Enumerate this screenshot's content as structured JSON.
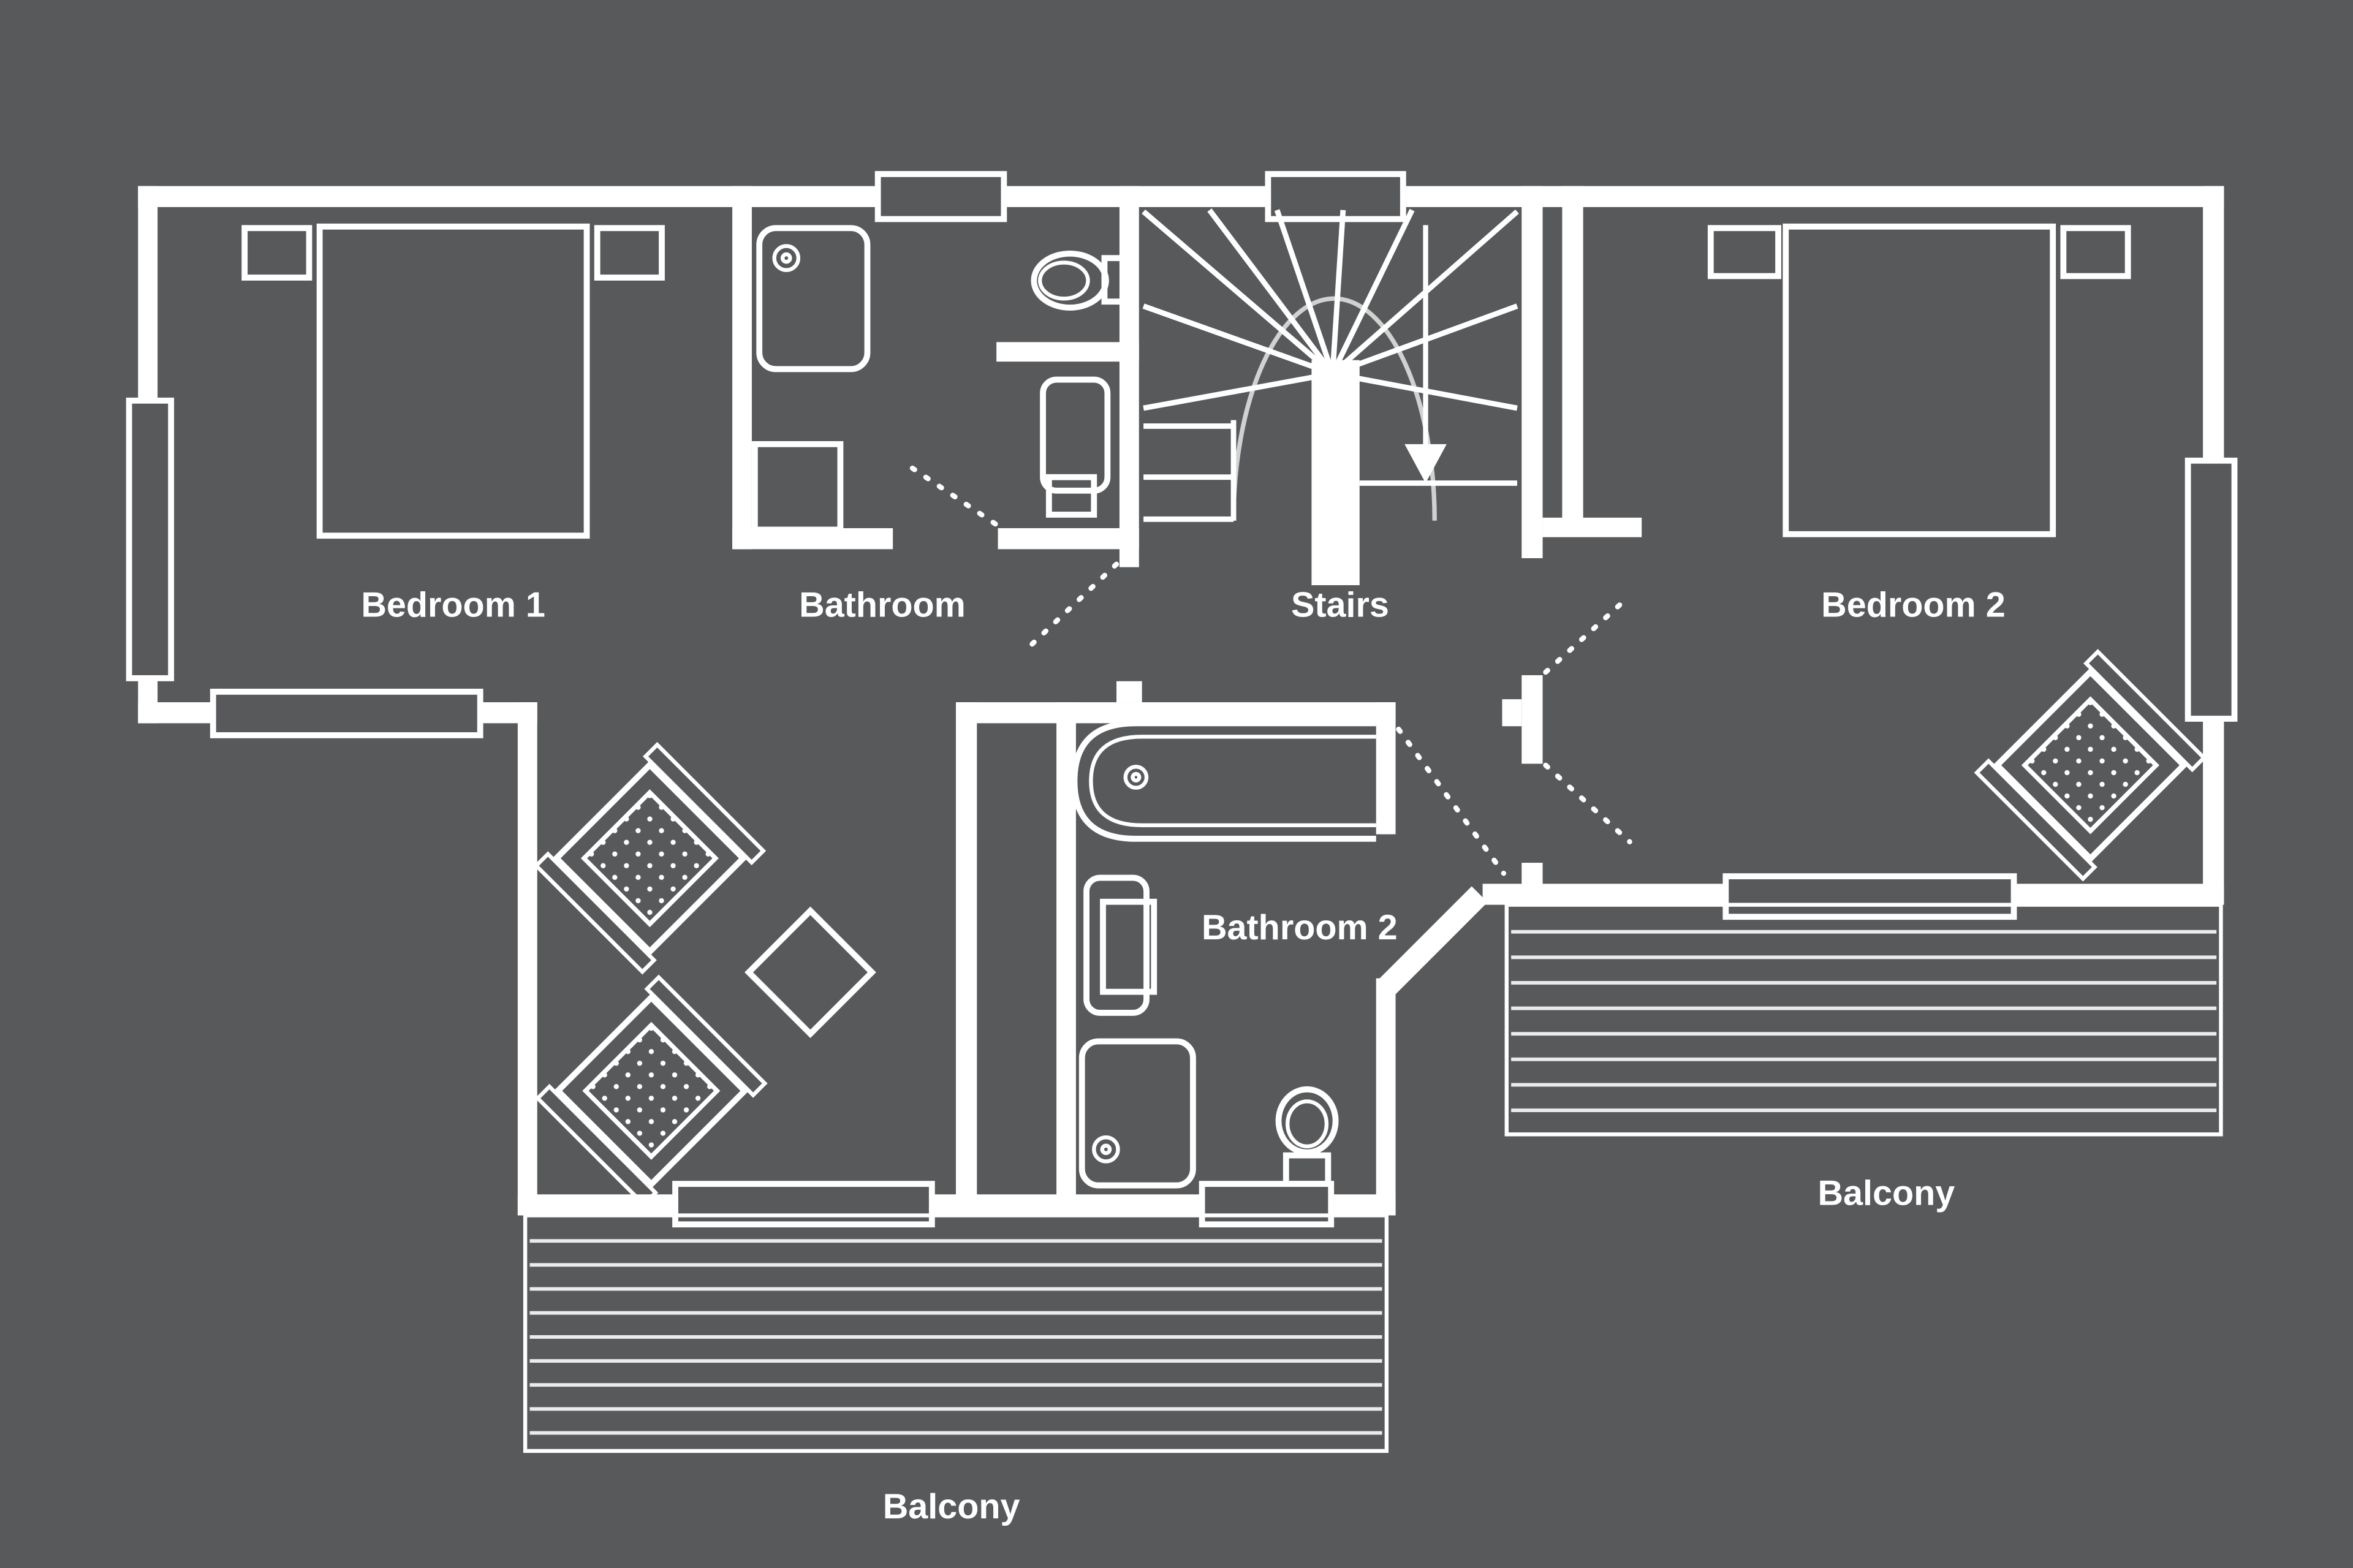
{
  "page": {
    "background_color": "#58595B",
    "line_color": "#FFFFFF",
    "type": "floor-plan"
  },
  "floorplan": {
    "labels": {
      "bedroom1": "Bedroom 1",
      "bathroom": "Bathroom",
      "stairs": "Stairs",
      "bedroom2": "Bedroom 2",
      "bathroom2": "Bathroom 2",
      "balcony_bottom": "Balcony",
      "balcony_right": "Balcony"
    },
    "rooms": [
      {
        "name": "Bedroom 1"
      },
      {
        "name": "Bathroom"
      },
      {
        "name": "Stairs"
      },
      {
        "name": "Bedroom 2"
      },
      {
        "name": "Bathroom 2"
      },
      {
        "name": "Balcony"
      },
      {
        "name": "Balcony"
      }
    ]
  }
}
